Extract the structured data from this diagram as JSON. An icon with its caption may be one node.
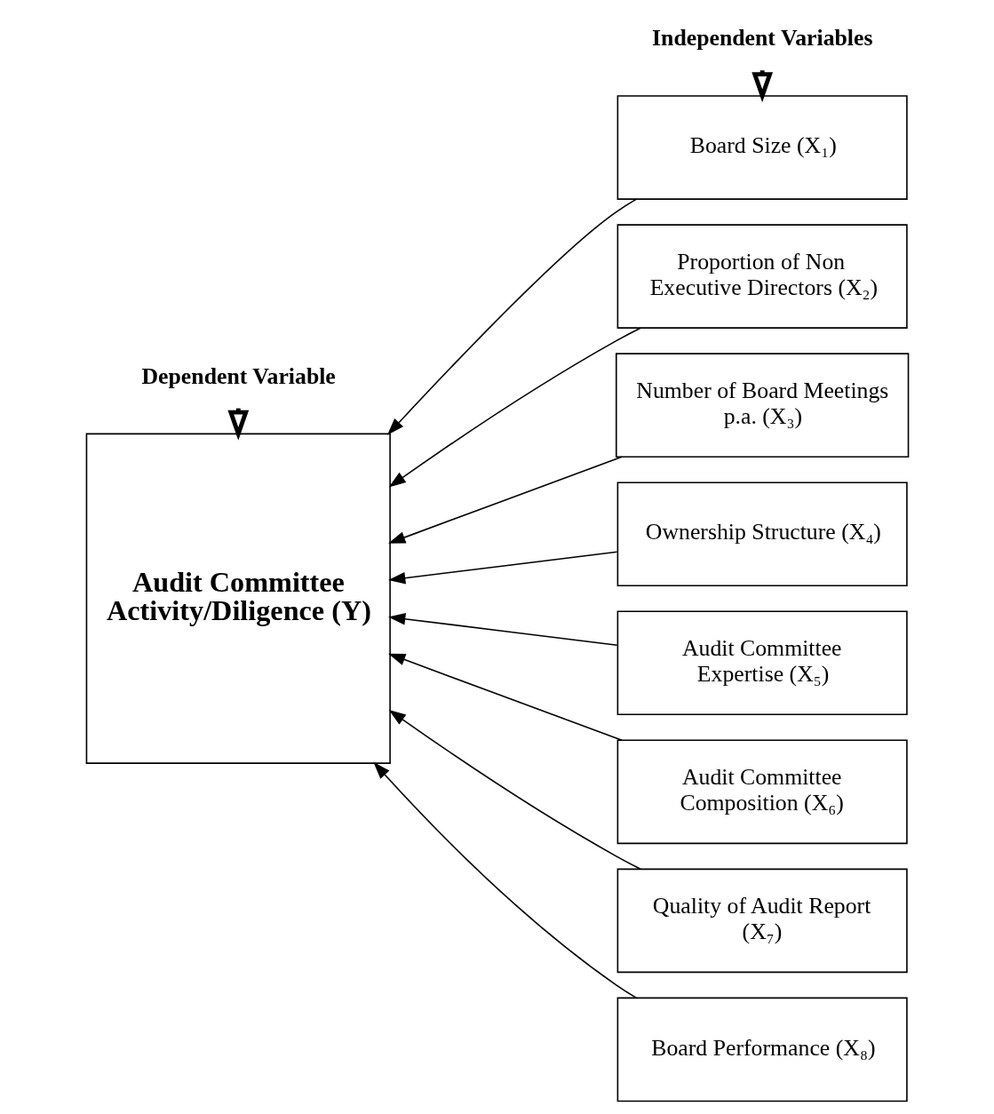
{
  "diagram": {
    "nodes": [
      {
        "text": [
          "Dependent Variable"
        ]
      },
      {
        "text": [
          "Independent Variables"
        ]
      },
      {
        "text": [
          "Audit Committee Activity/Diligence (Y)"
        ]
      },
      {
        "text": [
          "Board Size (X₁)"
        ]
      },
      {
        "text": [
          "Proportion of Non Executive Directors (X₂)"
        ]
      },
      {
        "text": [
          "Number of Board Meetings p.a. (X₃)"
        ]
      },
      {
        "text": [
          "Ownership Structure (X₄)"
        ]
      },
      {
        "text": [
          "Audit Committee Expertise (X₅)"
        ]
      },
      {
        "text": [
          "Audit Committee Composition (X₆)"
        ]
      },
      {
        "text": [
          "Quality of Audit Report (X₇)"
        ]
      },
      {
        "text": [
          "Board Performance (X₈)"
        ]
      }
    ],
    "edges": [
      {
        "from": 0,
        "to": 2,
        "arrow": "to",
        "style": "thick"
      },
      {
        "from": 1,
        "to": 3,
        "arrow": "to",
        "style": "thick"
      },
      {
        "from": 3,
        "to": 2,
        "arrow": "to"
      },
      {
        "from": 4,
        "to": 2,
        "arrow": "to"
      },
      {
        "from": 5,
        "to": 2,
        "arrow": "to"
      },
      {
        "from": 6,
        "to": 2,
        "arrow": "to"
      },
      {
        "from": 7,
        "to": 2,
        "arrow": "to"
      },
      {
        "from": 8,
        "to": 2,
        "arrow": "to"
      },
      {
        "from": 9,
        "to": 2,
        "arrow": "to"
      },
      {
        "from": 10,
        "to": 2,
        "arrow": "to"
      }
    ]
  }
}
